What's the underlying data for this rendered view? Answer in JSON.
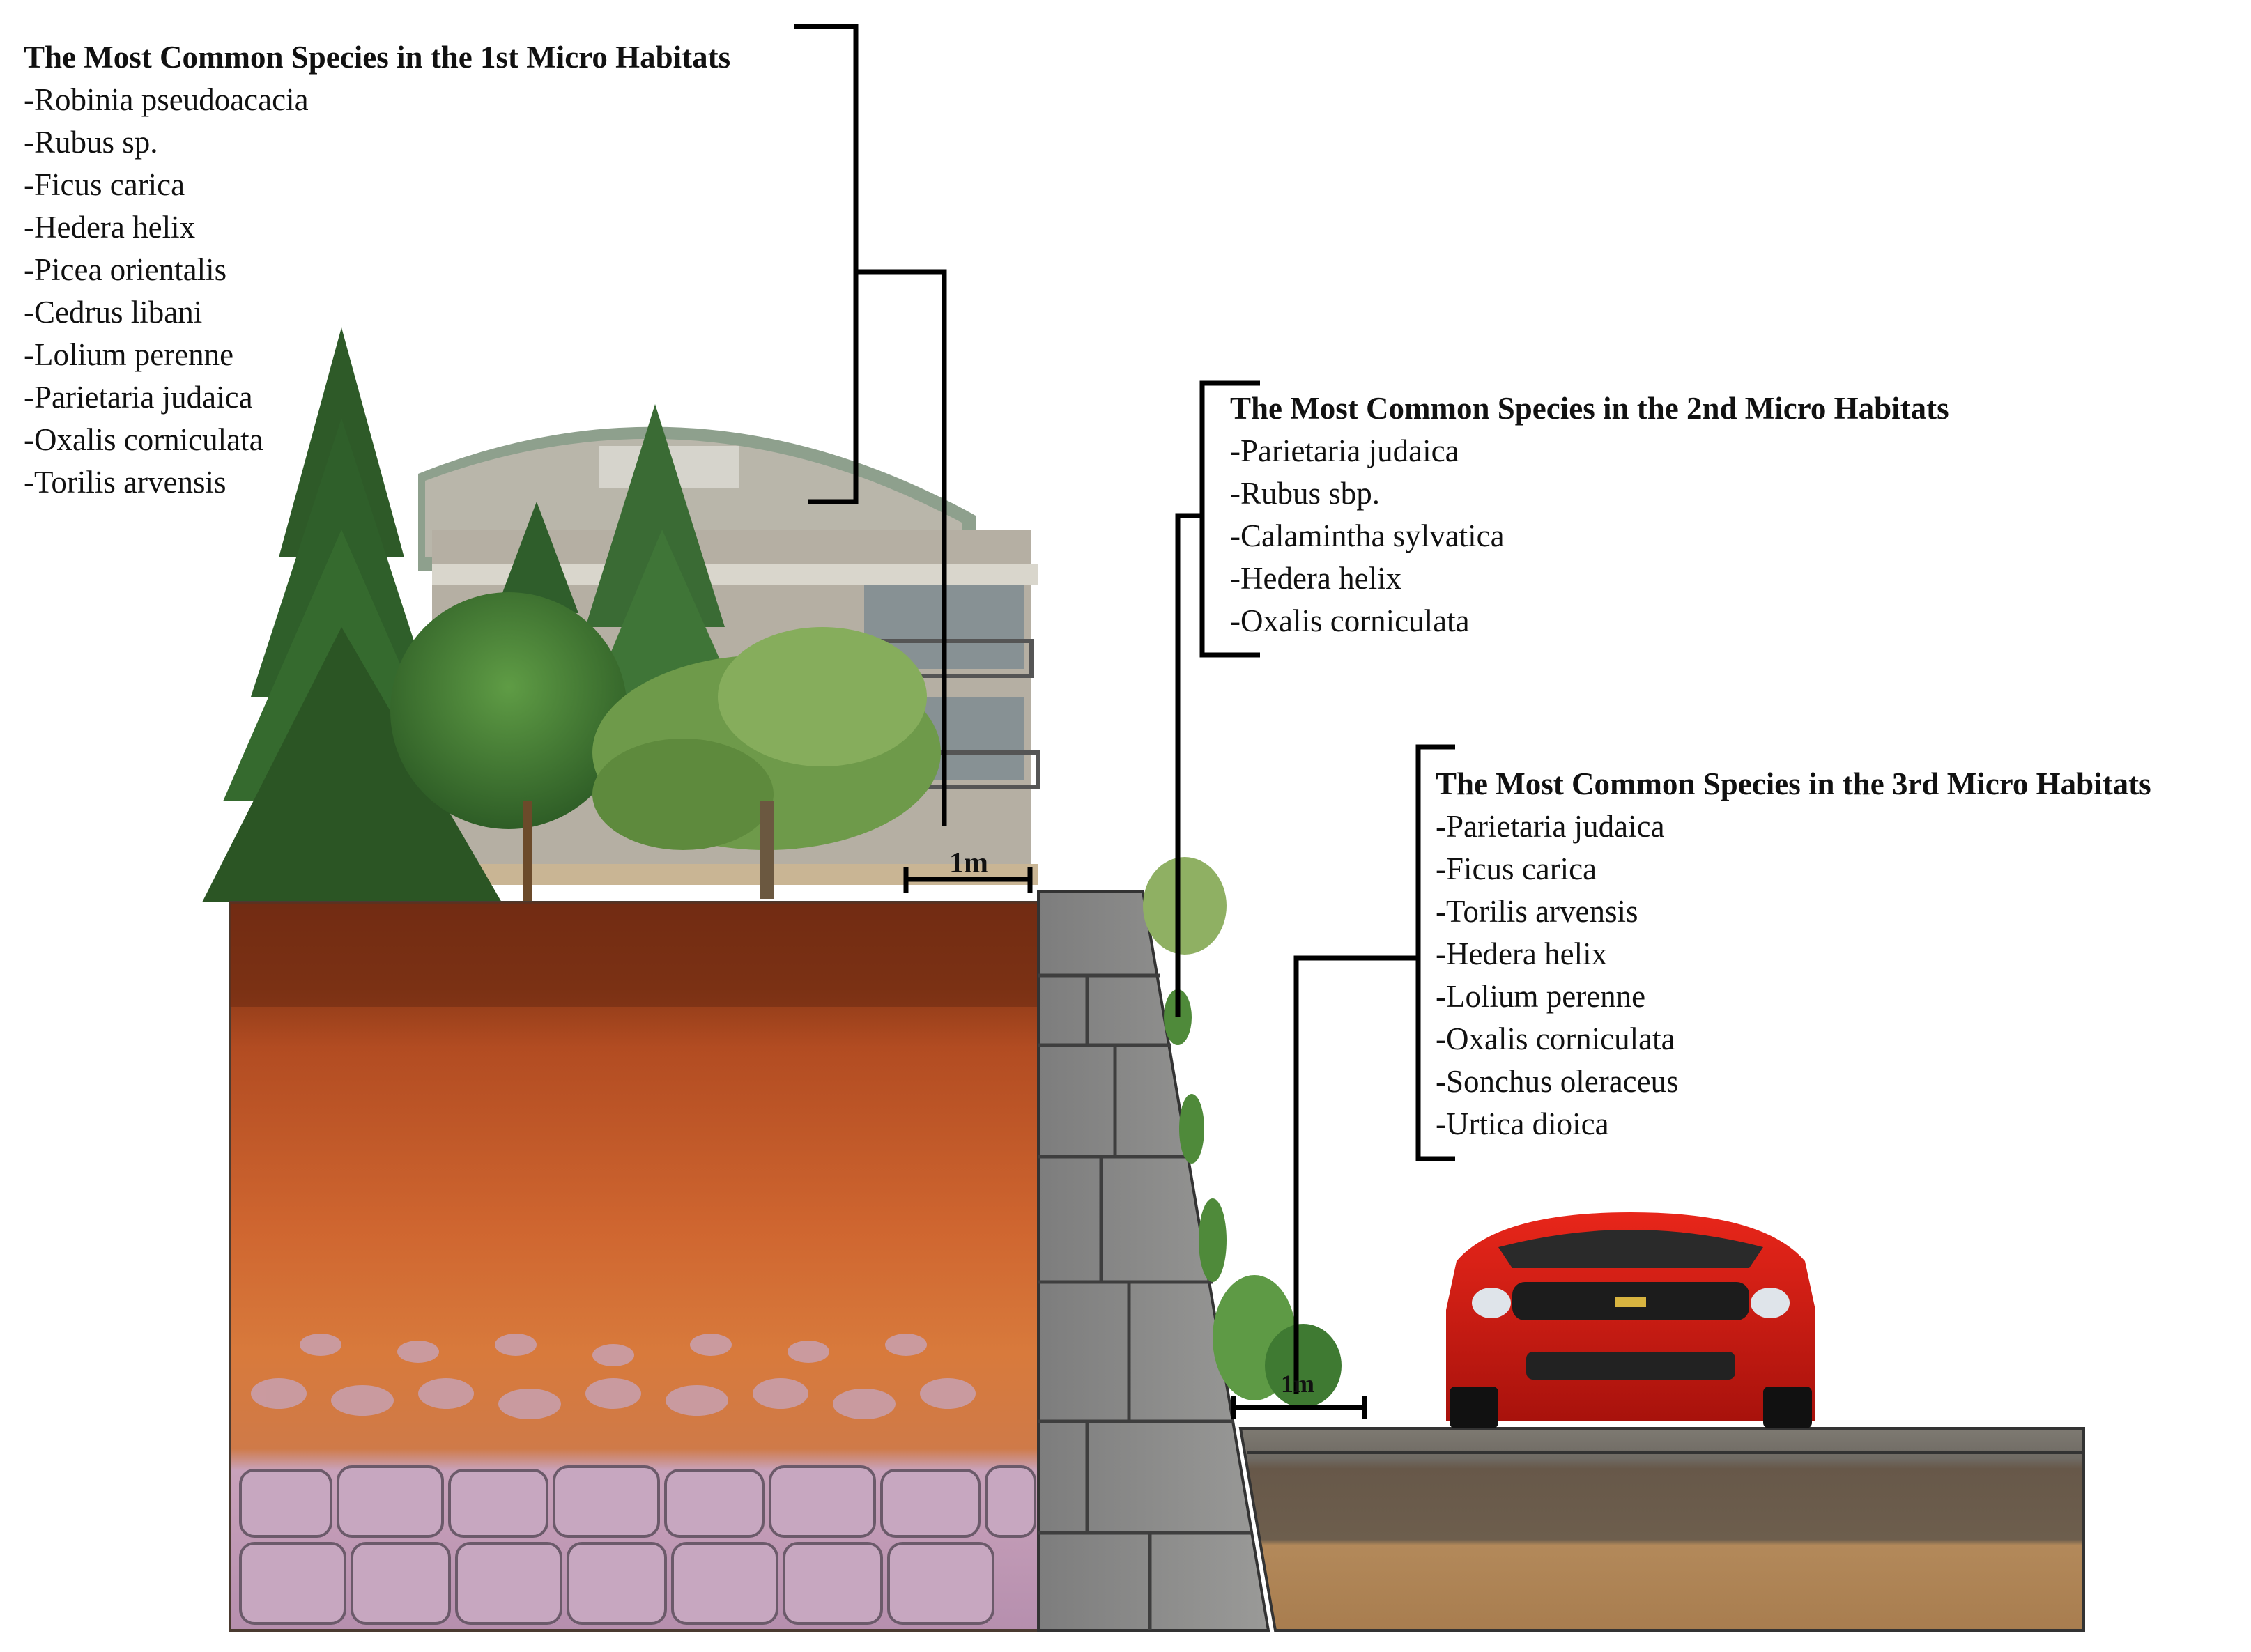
{
  "habitats": [
    {
      "title": "The Most Common Species in the 1st Micro Habitats",
      "species": [
        "-Robinia pseudoacacia",
        "-Rubus sp.",
        "-Ficus carica",
        "-Hedera helix",
        "-Picea orientalis",
        "-Cedrus libani",
        "-Lolium perenne",
        "-Parietaria judaica",
        "-Oxalis corniculata",
        "-Torilis arvensis"
      ]
    },
    {
      "title": "The Most Common Species in the 2nd Micro Habitats",
      "species": [
        "-Parietaria judaica",
        "-Rubus sbp.",
        "-Calamintha sylvatica",
        "-Hedera helix",
        "-Oxalis corniculata"
      ]
    },
    {
      "title": "The Most Common Species in the 3rd Micro Habitats",
      "species": [
        "-Parietaria judaica",
        "-Ficus carica",
        "-Torilis arvensis",
        "-Hedera helix",
        "-Lolium perenne",
        "-Oxalis corniculata",
        "-Sonchus oleraceus",
        "-Urtica dioica"
      ]
    }
  ],
  "scale": {
    "label_1": "1m",
    "label_2": "1m"
  },
  "colors": {
    "soil_top": "#8a3a1a",
    "soil_mid": "#c85a28",
    "soil_low": "#d9773a",
    "rock_base": "#c9a9c2",
    "wall_stone": "#8d8d8d",
    "road_top": "#7a746c",
    "road_mid": "#6b5e50",
    "road_sand": "#b48a5a",
    "car_red": "#d41a12",
    "tree_dark": "#2f5a2a",
    "tree_mid": "#4f8a3a",
    "building": "#bdb8ad"
  },
  "icons": [
    "conifer-tree-icon",
    "broadleaf-tree-icon",
    "building-icon",
    "car-icon",
    "ivy-plant-icon"
  ]
}
